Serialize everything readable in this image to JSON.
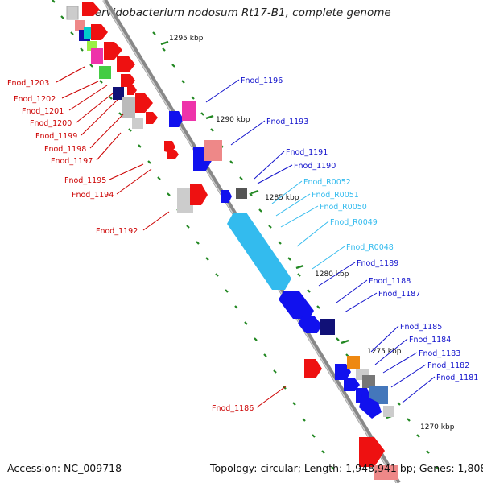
{
  "title": "Fervidobacterium nodosum Rt17-B1, complete genome",
  "footer": {
    "accession": "Accession: NC_009718",
    "summary": "Topology: circular; Length: 1,948,941 bp; Genes: 1,808"
  },
  "ruler_labels": [
    "1295 kbp",
    "1290 kbp",
    "1285 kbp",
    "1280 kbp",
    "1275 kbp",
    "1270 kbp"
  ],
  "genes_left": [
    "Fnod_1203",
    "Fnod_1202",
    "Fnod_1201",
    "Fnod_1200",
    "Fnod_1199",
    "Fnod_1198",
    "Fnod_1197",
    "Fnod_1195",
    "Fnod_1194",
    "Fnod_1192",
    "Fnod_1186"
  ],
  "genes_right": [
    "Fnod_1196",
    "Fnod_1193",
    "Fnod_1191",
    "Fnod_1190",
    "Fnod_R0052",
    "Fnod_R0051",
    "Fnod_R0050",
    "Fnod_R0049",
    "Fnod_R0048",
    "Fnod_1189",
    "Fnod_1188",
    "Fnod_1187",
    "Fnod_1185",
    "Fnod_1184",
    "Fnod_1183",
    "Fnod_1182",
    "Fnod_1181"
  ],
  "colors": {
    "reverse_gene": "#dd1111",
    "forward_gene": "#1111dd",
    "rna_gene": "#33bbee",
    "tick": "#228822",
    "backbone": "#999999"
  }
}
